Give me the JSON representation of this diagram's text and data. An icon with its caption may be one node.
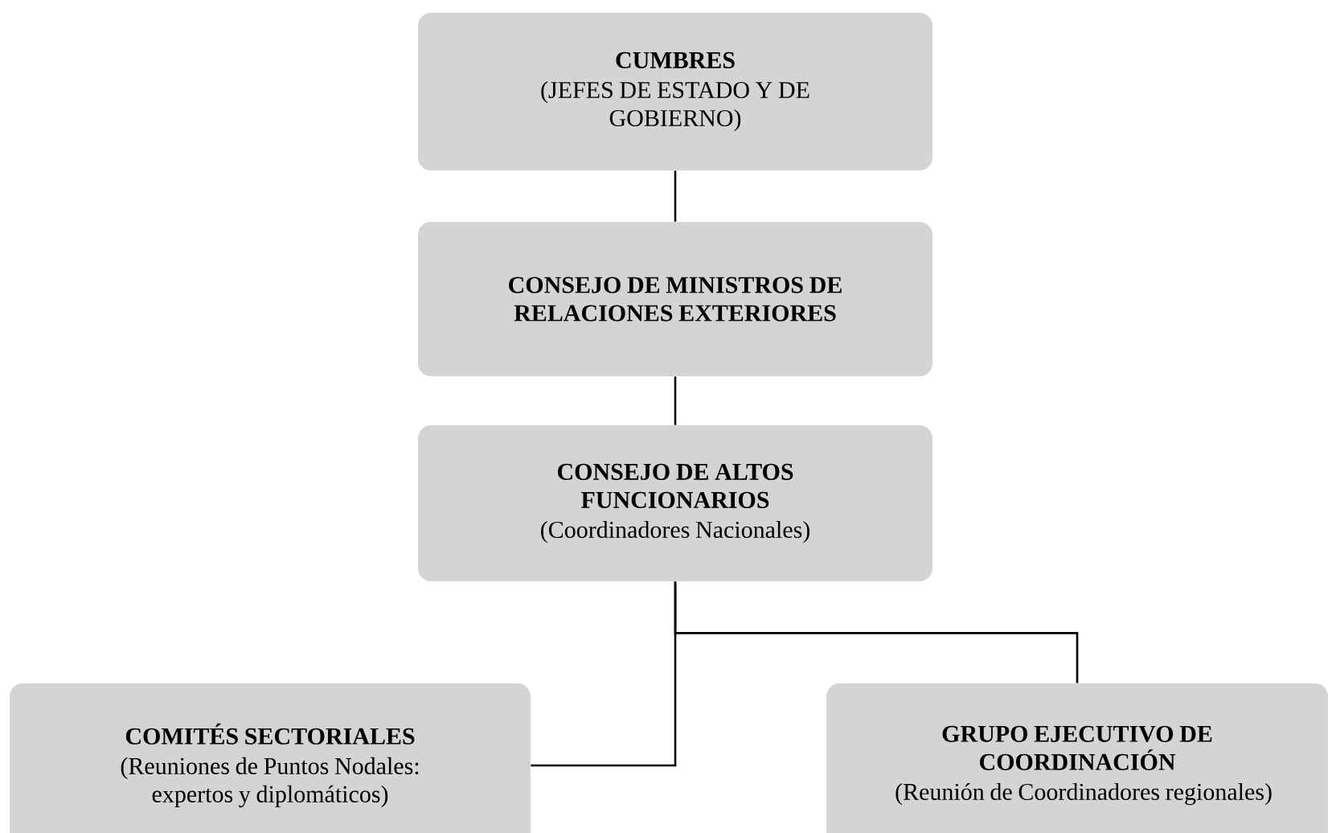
{
  "diagram": {
    "nodes": [
      {
        "text": [
          "CUMBRES",
          "(JEFES DE ESTADO Y DE GOBIERNO)"
        ]
      },
      {
        "text": [
          "CONSEJO DE MINISTROS DE RELACIONES EXTERIORES"
        ]
      },
      {
        "text": [
          "CONSEJO DE ALTOS FUNCIONARIOS",
          "(Coordinadores Nacionales)"
        ]
      },
      {
        "text": [
          "COMITÉS SECTORIALES",
          "(Reuniones de Puntos Nodales: expertos y diplomáticos)"
        ]
      },
      {
        "text": [
          "GRUPO EJECUTIVO DE COORDINACIÓN",
          "(Reunión de Coordinadores regionales)"
        ]
      }
    ],
    "edges": [
      {
        "from": 0,
        "to": 1,
        "arrow": "none"
      },
      {
        "from": 1,
        "to": 2,
        "arrow": "none"
      },
      {
        "from": 2,
        "to": 3,
        "arrow": "none"
      },
      {
        "from": 2,
        "to": 4,
        "arrow": "none"
      }
    ]
  }
}
